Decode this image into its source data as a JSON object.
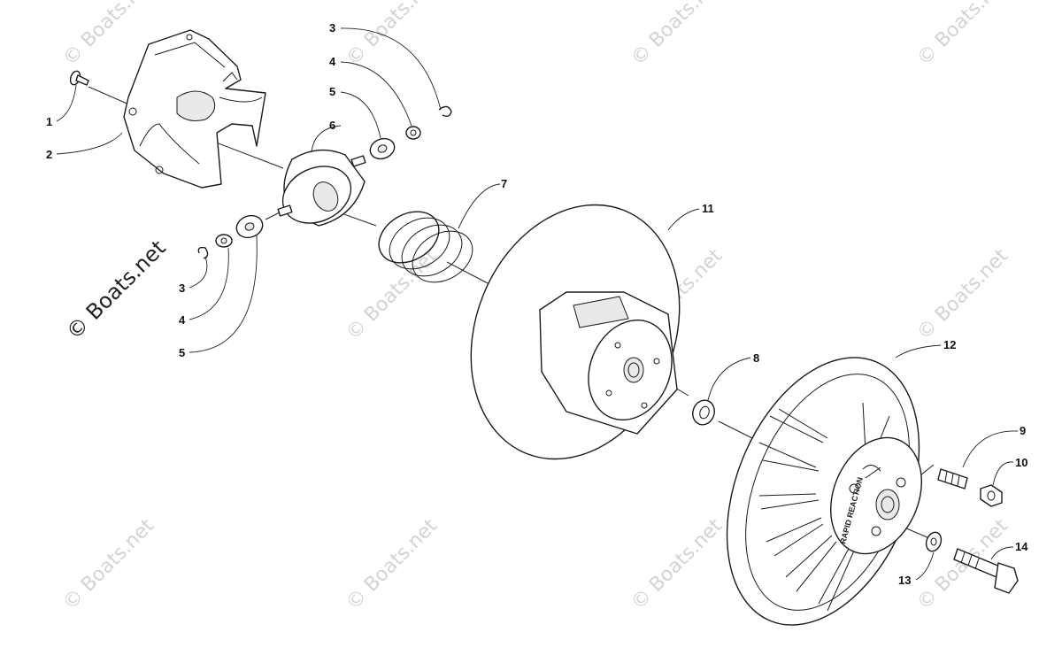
{
  "watermark": {
    "text": "© Boats.net"
  },
  "hub_lettering": "RAPID REACTION",
  "callouts": {
    "c1": "1",
    "c2": "2",
    "c3a": "3",
    "c4a": "4",
    "c5a": "5",
    "c6": "6",
    "c3b": "3",
    "c4b": "4",
    "c5b": "5",
    "c7": "7",
    "c11": "11",
    "c8": "8",
    "c12": "12",
    "c9": "9",
    "c10": "10",
    "c13": "13",
    "c14": "14"
  }
}
